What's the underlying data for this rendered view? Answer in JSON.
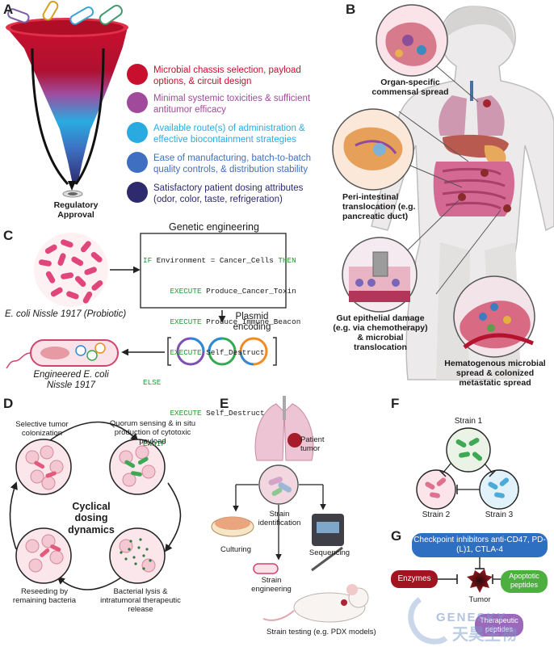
{
  "panels": {
    "a": {
      "label": "A",
      "items": [
        {
          "text": "Microbial chassis selection, payload options, & circuit design",
          "color": "#c8102e"
        },
        {
          "text": "Minimal systemic toxicities & sufficient antitumor efficacy",
          "color": "#a14a9c"
        },
        {
          "text": "Available route(s) of administration & effective biocontainment strategies",
          "color": "#29abe2"
        },
        {
          "text": "Ease of manufacturing, batch-to-batch quality controls, & distribution stability",
          "color": "#3e6fc0"
        },
        {
          "text": "Satisfactory patient dosing attributes (odor, color, taste, refrigeration)",
          "color": "#2d2a6e"
        }
      ],
      "approval": "Regulatory Approval"
    },
    "b": {
      "label": "B",
      "organ_spread": "Organ-specific commensal spread",
      "peri": "Peri-intestinal translocation (e.g. pancreatic duct)",
      "gut": "Gut epithelial damage (e.g. via chemotherapy) & microbial translocation",
      "hema": "Hematogenous microbial spread & colonized metastatic spread"
    },
    "c": {
      "label": "C",
      "genetic_title": "Genetic engineering",
      "code": [
        {
          "kw": "IF",
          "rest": " Environment = Cancer_Cells ",
          "kw2": "THEN"
        },
        {
          "kw": "      EXECUTE",
          "rest": " Produce_Cancer_Toxin",
          "kw2": ""
        },
        {
          "kw": "      EXECUTE",
          "rest": " Produce_Immune_Beacon",
          "kw2": ""
        },
        {
          "kw": "      EXECUTE",
          "rest": " Self_Destruct",
          "kw2": ""
        },
        {
          "kw": "ELSE",
          "rest": "",
          "kw2": ""
        },
        {
          "kw": "      EXECUTE",
          "rest": " Self_Destruct",
          "kw2": ""
        },
        {
          "kw": "ENDIF",
          "rest": "",
          "kw2": ""
        }
      ],
      "probiotic": "E. coli Nissle 1917 (Probiotic)",
      "plasmid": "Plasmid encoding",
      "engineered": "Engineered E. coli Nissle 1917"
    },
    "d": {
      "label": "D",
      "center": "Cyclical dosing dynamics",
      "selective": "Selective tumor colonization",
      "quorum": "Quorum sensing & in situ production of cytotoxic payload",
      "lysis": "Bacterial lysis & intratumoral therapeutic release",
      "reseeding": "Reseeding by remaining bacteria"
    },
    "e": {
      "label": "E",
      "patient": "Patient tumor",
      "strain_id": "Strain identification",
      "culturing": "Culturing",
      "sequencing": "Sequencing",
      "strain_eng": "Strain engineering",
      "strain_test": "Strain testing (e.g. PDX models)"
    },
    "f": {
      "label": "F",
      "s1": "Strain 1",
      "s2": "Strain 2",
      "s3": "Strain 3"
    },
    "g": {
      "label": "G",
      "checkpoint": "Checkpoint inhibitors anti-CD47, PD-(L)1, CTLA-4",
      "enzymes": "Enzymes",
      "apoptotic": "Apoptotic peptides",
      "tumor": "Tumor",
      "therapeutic": "Therapeutic peptides"
    }
  },
  "watermark": {
    "brand": "GENESKY",
    "cn": "天昊生物"
  }
}
